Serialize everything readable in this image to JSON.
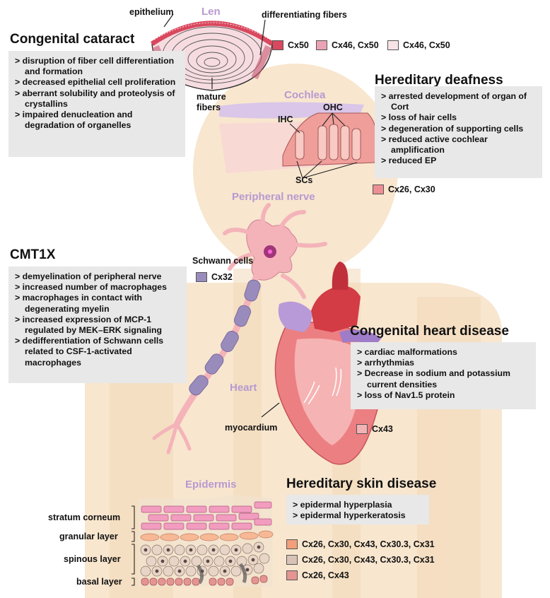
{
  "organs": {
    "lens": "Len",
    "cochlea": "Cochlea",
    "nerve": "Peripheral nerve",
    "heart": "Heart",
    "epidermis": "Epidermis"
  },
  "labels": {
    "epithelium": "epithelium",
    "differentiating_fibers": "differentiating fibers",
    "mature_fibers": "mature\nfibers",
    "ihc": "IHC",
    "ohc": "OHC",
    "scs": "SCs",
    "schwann_cells": "Schwann cells",
    "myocardium": "myocardium",
    "stratum_corneum": "stratum corneum",
    "granular_layer": "granular layer",
    "spinous_layer": "spinous layer",
    "basal_layer": "basal  layer"
  },
  "diseases": {
    "cataract": {
      "title": "Congenital cataract",
      "items": [
        "disruption of fiber cell differentiation and formation",
        "decreased epithelial cell proliferation",
        "aberrant solubility and proteolysis of crystallins",
        "impaired denucleation and degradation of  organelles"
      ]
    },
    "deafness": {
      "title": "Hereditary deafness",
      "items": [
        "arrested development of organ of Cort",
        "loss of hair cells",
        "degeneration of supporting cells",
        "reduced active cochlear amplification",
        "reduced EP"
      ]
    },
    "cmt1x": {
      "title": "CMT1X",
      "items": [
        "demyelination of peripheral nerve",
        "increased number of macrophages",
        "macrophages in contact with degenerating myelin",
        "increased expression of MCP-1 regulated by MEK–ERK signaling",
        "dedifferentiation of Schwann cells related to CSF-1-activated macrophages"
      ]
    },
    "heart": {
      "title": "Congenital heart disease",
      "items": [
        "cardiac malformations",
        "arrhythmias",
        "Decrease in sodium and potassium current densities",
        "loss of Nav1.5 protein"
      ]
    },
    "skin": {
      "title": "Hereditary skin disease",
      "items": [
        "epidermal hyperplasia",
        "epidermal hyperkeratosis"
      ]
    }
  },
  "legends": {
    "lens": [
      {
        "text": "Cx50",
        "color": "#d9485e"
      },
      {
        "text": "Cx46, Cx50",
        "color": "#eaa3b4"
      },
      {
        "text": "Cx46, Cx50",
        "color": "#f8e3e6"
      }
    ],
    "cochlea": {
      "text": "Cx26, Cx30",
      "color": "#ec8e93"
    },
    "nerve": {
      "text": "Cx32",
      "color": "#9a8bbd"
    },
    "heart": {
      "text": "Cx43",
      "color": "#f3b2b4"
    },
    "skin": [
      {
        "text": "Cx26, Cx30, Cx43, Cx30.3, Cx31",
        "color": "#f2a07a"
      },
      {
        "text": "Cx26, Cx30, Cx43, Cx30.3, Cx31",
        "color": "#d8c2b6"
      },
      {
        "text": "Cx26, Cx43",
        "color": "#e49593"
      }
    ]
  },
  "colors": {
    "body_silhouette": "#f8e6cf",
    "label_purple": "#b79ad0",
    "box_gray": "#e8e8e8"
  }
}
